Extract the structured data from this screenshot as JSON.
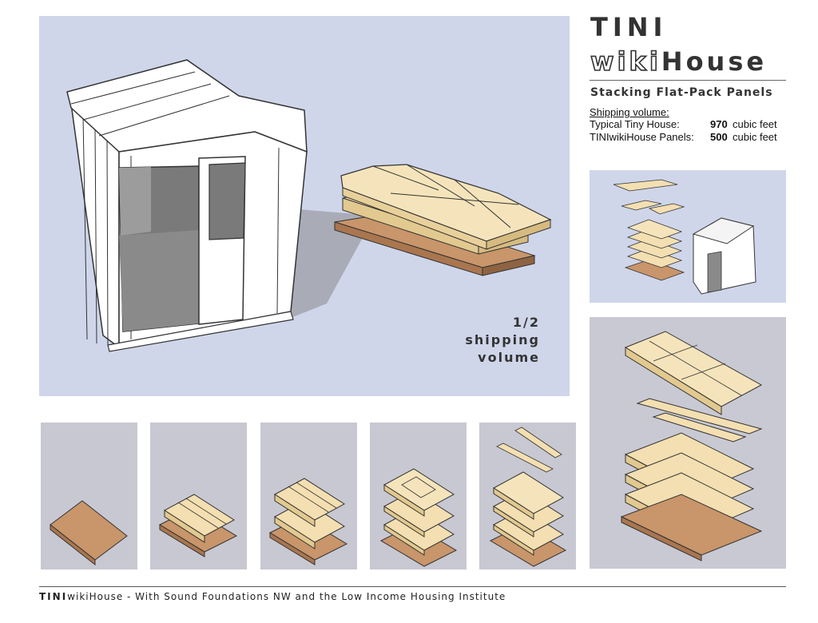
{
  "title": {
    "line1": "TINI",
    "line2_outline": "wiki",
    "line2_solid": "House",
    "subtitle": "Stacking Flat-Pack Panels"
  },
  "shipping": {
    "heading": "Shipping volume:",
    "rows": [
      {
        "label": "Typical Tiny House:",
        "value": "970",
        "unit": "cubic feet"
      },
      {
        "label": "TINIwikiHouse Panels:",
        "value": "500",
        "unit": "cubic feet"
      }
    ]
  },
  "hero_label": {
    "line1": "1/2",
    "line2": "shipping",
    "line3": "volume"
  },
  "footer": {
    "brand_bold": "TINI",
    "brand_rest": "wikiHouse",
    "text": " - With Sound Foundations NW and the Low Income Housing Institute"
  },
  "colors": {
    "panel_blue": "#cfd6ea",
    "panel_grey": "#c8c8d2",
    "plywood": "#f3dfb1",
    "base_board": "#c9956a"
  },
  "stack_steps": [
    {
      "step": 1,
      "base": 1,
      "panel_layers": 0,
      "extra_parts": 0
    },
    {
      "step": 2,
      "base": 1,
      "panel_layers": 1,
      "extra_parts": 0
    },
    {
      "step": 3,
      "base": 1,
      "panel_layers": 2,
      "extra_parts": 0
    },
    {
      "step": 4,
      "base": 1,
      "panel_layers": 3,
      "extra_parts": 0
    },
    {
      "step": 5,
      "base": 1,
      "panel_layers": 3,
      "extra_parts": 2
    }
  ]
}
